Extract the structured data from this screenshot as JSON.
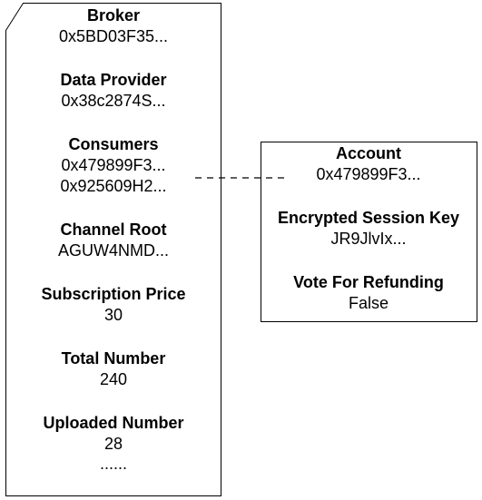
{
  "smart_contract": {
    "fields": [
      {
        "label": "Broker",
        "values": [
          "0x5BD03F35..."
        ]
      },
      {
        "label": "Data Provider",
        "values": [
          "0x38c2874S..."
        ]
      },
      {
        "label": "Consumers",
        "values": [
          "0x479899F3...",
          "0x925609H2..."
        ]
      },
      {
        "label": "Channel Root",
        "values": [
          "AGUW4NMD..."
        ]
      },
      {
        "label": "Subscription Price",
        "values": [
          "30"
        ]
      },
      {
        "label": "Total Number",
        "values": [
          "240"
        ]
      },
      {
        "label": "Uploaded Number",
        "values": [
          "28"
        ]
      }
    ],
    "more": "......"
  },
  "consumer_record": {
    "fields": [
      {
        "label": "Account",
        "values": [
          "0x479899F3..."
        ]
      },
      {
        "label": "Encrypted Session Key",
        "values": [
          "JR9JlvIx..."
        ]
      },
      {
        "label": "Vote For Refunding",
        "values": [
          "False"
        ]
      }
    ]
  },
  "colors": {
    "stroke": "#000000",
    "background": "#ffffff"
  }
}
